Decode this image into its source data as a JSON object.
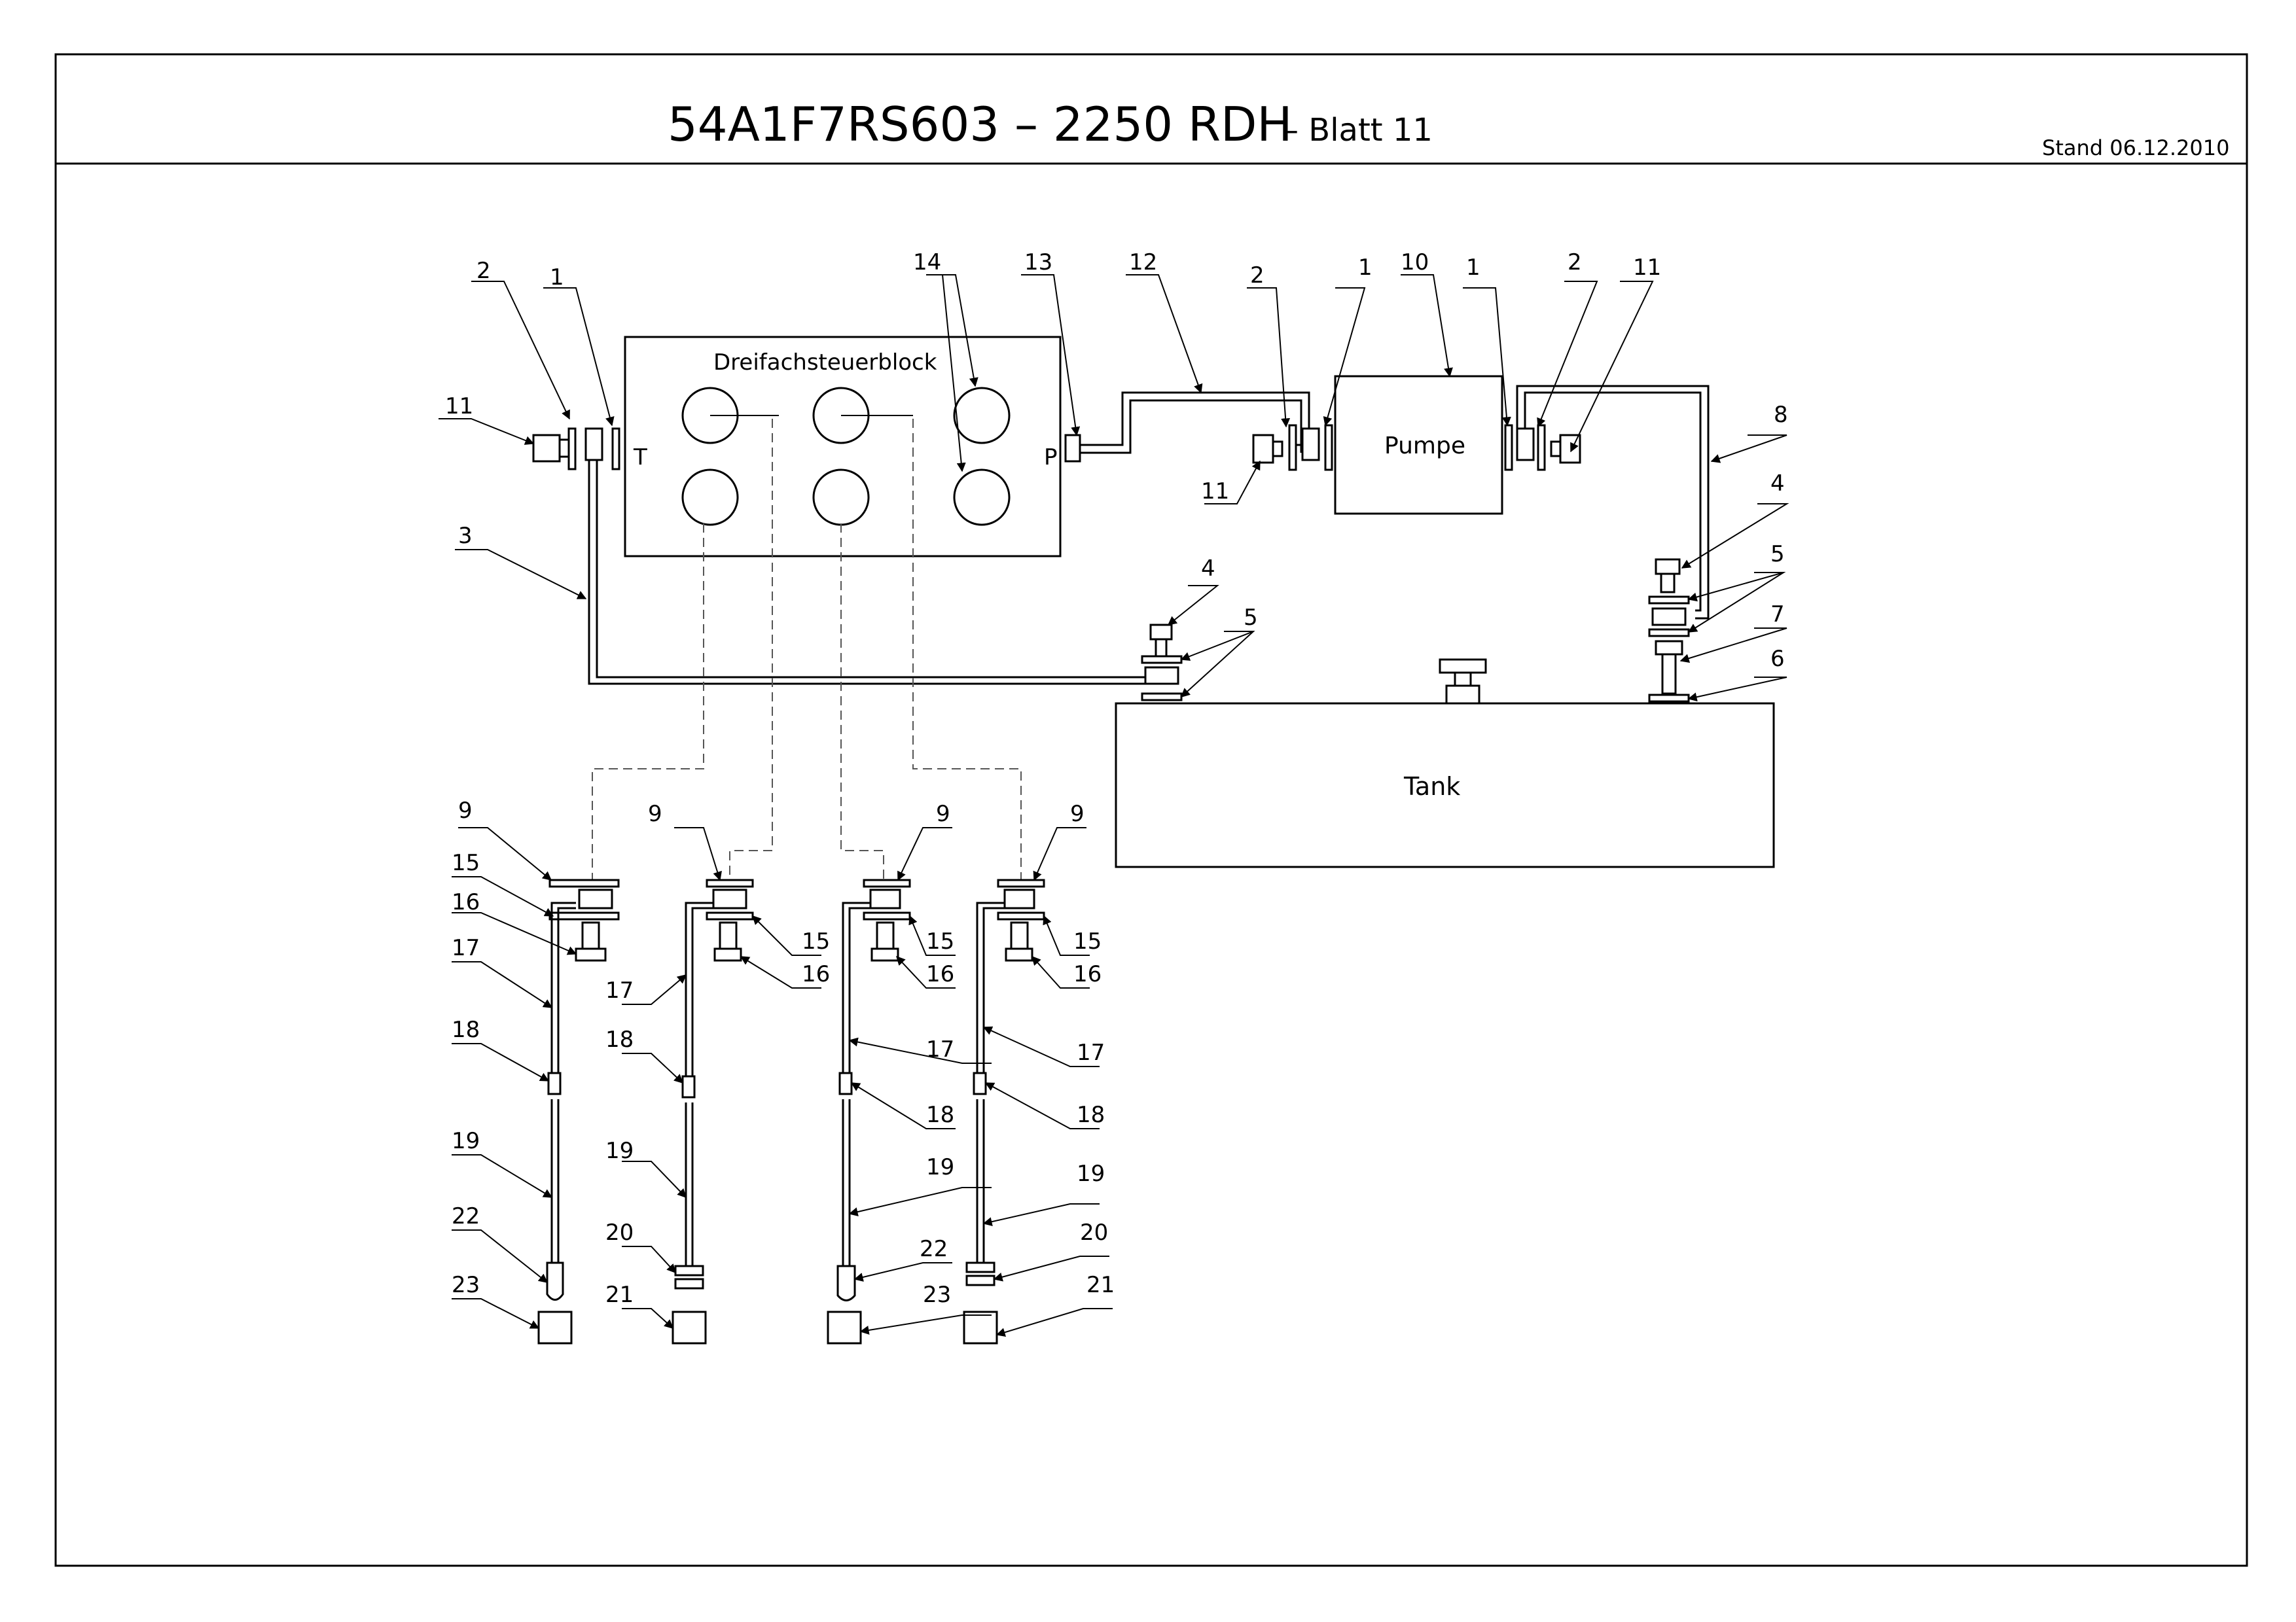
{
  "header": {
    "title": "54A1F7RS603 – 2250 RDH",
    "subtitle": "– Blatt 11",
    "stand": "Stand 06.12.2010"
  },
  "components": {
    "control_block": "Dreifachsteuerblock",
    "pump": "Pumpe",
    "tank": "Tank",
    "port_t": "T",
    "port_p": "P"
  },
  "labels": {
    "n1": "1",
    "n2": "2",
    "n3": "3",
    "n4": "4",
    "n5": "5",
    "n6": "6",
    "n7": "7",
    "n8": "8",
    "n9": "9",
    "n10": "10",
    "n11": "11",
    "n12": "12",
    "n13": "13",
    "n14": "14",
    "n15": "15",
    "n16": "16",
    "n17": "17",
    "n18": "18",
    "n19": "19",
    "n20": "20",
    "n21": "21",
    "n22": "22",
    "n23": "23"
  }
}
